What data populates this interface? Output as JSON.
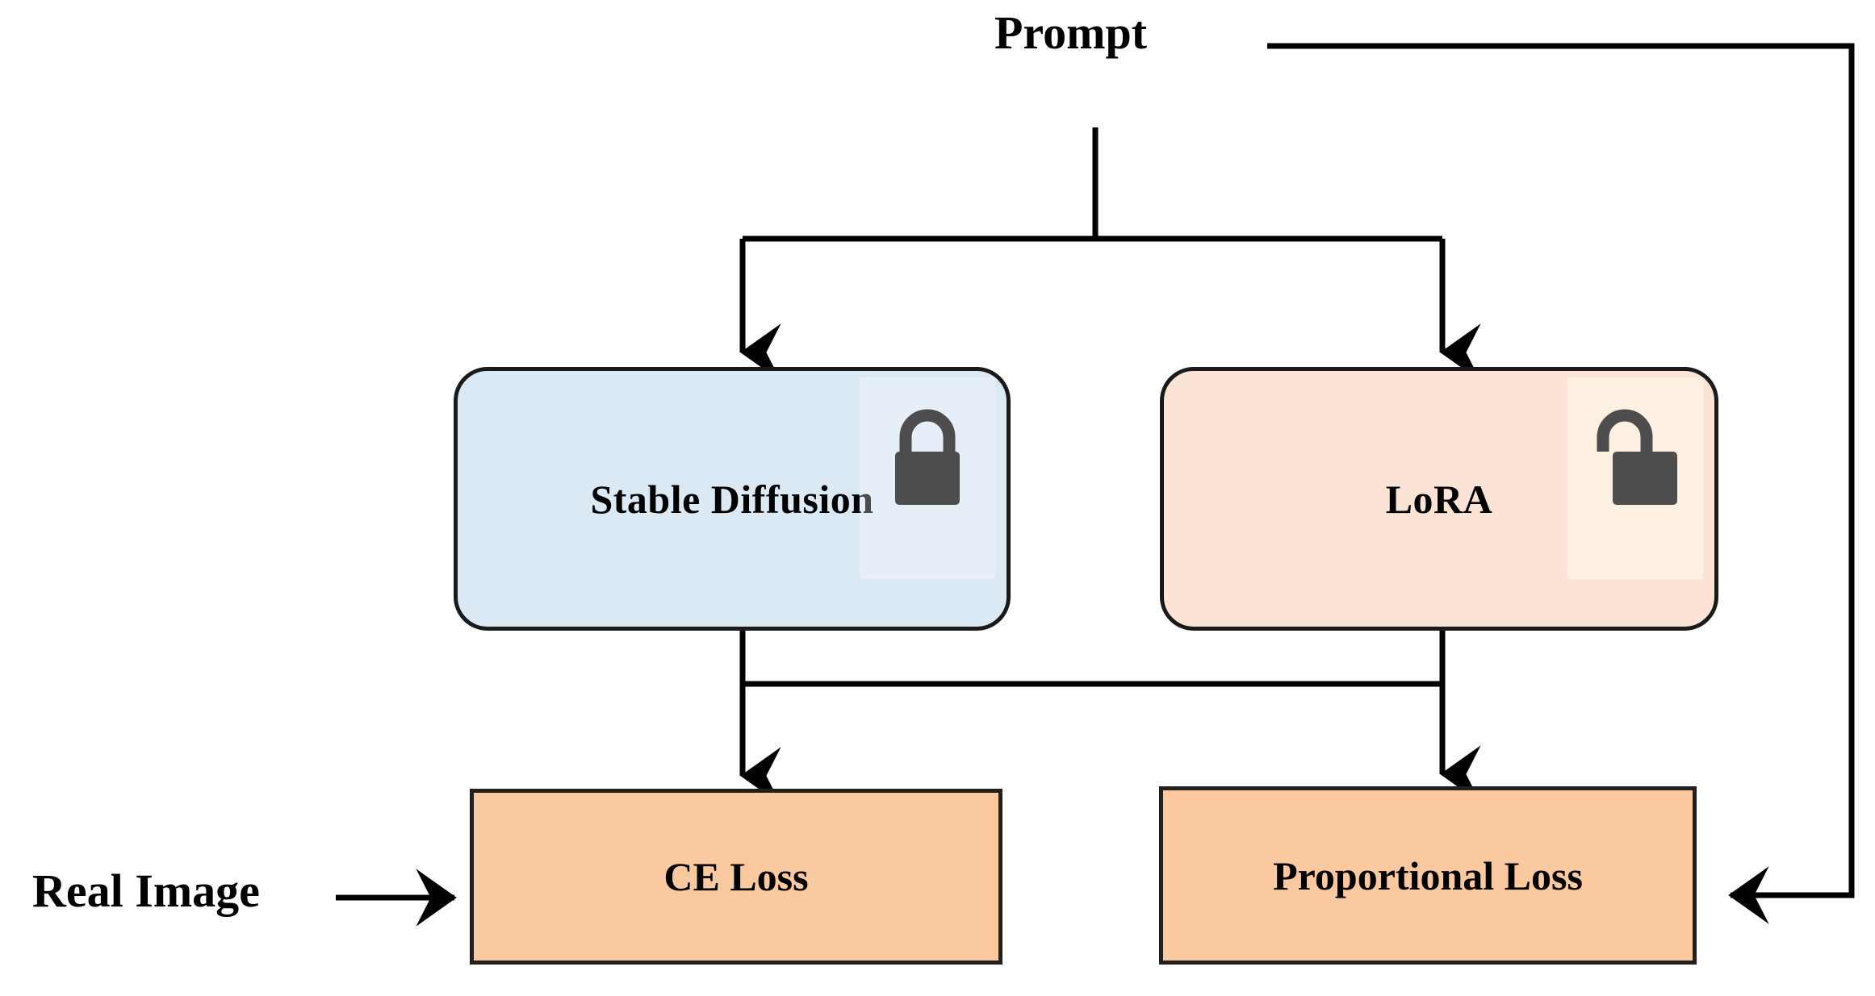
{
  "diagram": {
    "title": "LoRA fine-tuning training pipeline",
    "background_color": "#ffffff",
    "edge_color": "#000000",
    "labels": {
      "prompt": "Prompt",
      "real_image": "Real Image"
    },
    "nodes": [
      {
        "id": "stable-diffusion",
        "label": "Stable Diffusion",
        "shape": "rounded-rectangle",
        "fill": "#dbe9f5",
        "border": "#1a1a1a",
        "badge": "lock-closed-icon",
        "badge_state": "locked"
      },
      {
        "id": "lora",
        "label": "LoRA",
        "shape": "rounded-rectangle",
        "fill": "#fbe4d5",
        "border": "#1a1a1a",
        "badge": "lock-open-icon",
        "badge_state": "unlocked"
      },
      {
        "id": "ce-loss",
        "label": "CE Loss",
        "shape": "rectangle",
        "fill": "#fac9a0",
        "border": "#231f1c"
      },
      {
        "id": "proportional-loss",
        "label": "Proportional Loss",
        "shape": "rectangle",
        "fill": "#fac9a0",
        "border": "#231f1c"
      }
    ],
    "edges": [
      {
        "id": "prompt-to-stable-diffusion",
        "from": "prompt",
        "to": "stable-diffusion",
        "arrow": true
      },
      {
        "id": "prompt-to-lora",
        "from": "prompt",
        "to": "lora",
        "arrow": true
      },
      {
        "id": "prompt-to-proportional-loss",
        "from": "prompt",
        "to": "proportional-loss",
        "arrow": true
      },
      {
        "id": "stable-diffusion-to-ce-loss",
        "from": "stable-diffusion",
        "to": "ce-loss",
        "arrow": true
      },
      {
        "id": "lora-to-proportional-loss",
        "from": "lora",
        "to": "proportional-loss",
        "arrow": true
      },
      {
        "id": "stable-diffusion-to-lora-link",
        "from": "stable-diffusion",
        "to": "lora",
        "arrow": false
      },
      {
        "id": "real-image-to-ce-loss",
        "from": "real-image",
        "to": "ce-loss",
        "arrow": true
      }
    ]
  }
}
